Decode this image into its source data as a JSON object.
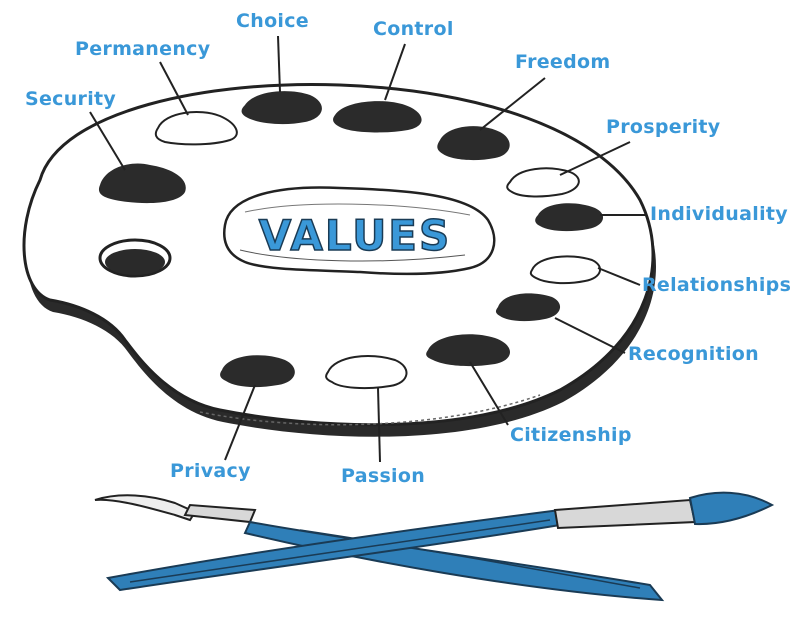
{
  "center_label": "VALUES",
  "values": [
    "Choice",
    "Control",
    "Permanency",
    "Freedom",
    "Security",
    "Prosperity",
    "Individuality",
    "Relationships",
    "Recognition",
    "Citizenship",
    "Privacy",
    "Passion"
  ],
  "colors": {
    "label": "#3a98d8",
    "ink": "#222222",
    "brush_blue": "#2f7fb8",
    "paint_blob": "#2b2b2b"
  },
  "icons": [
    "palette",
    "paint-brush",
    "paint-brush"
  ]
}
